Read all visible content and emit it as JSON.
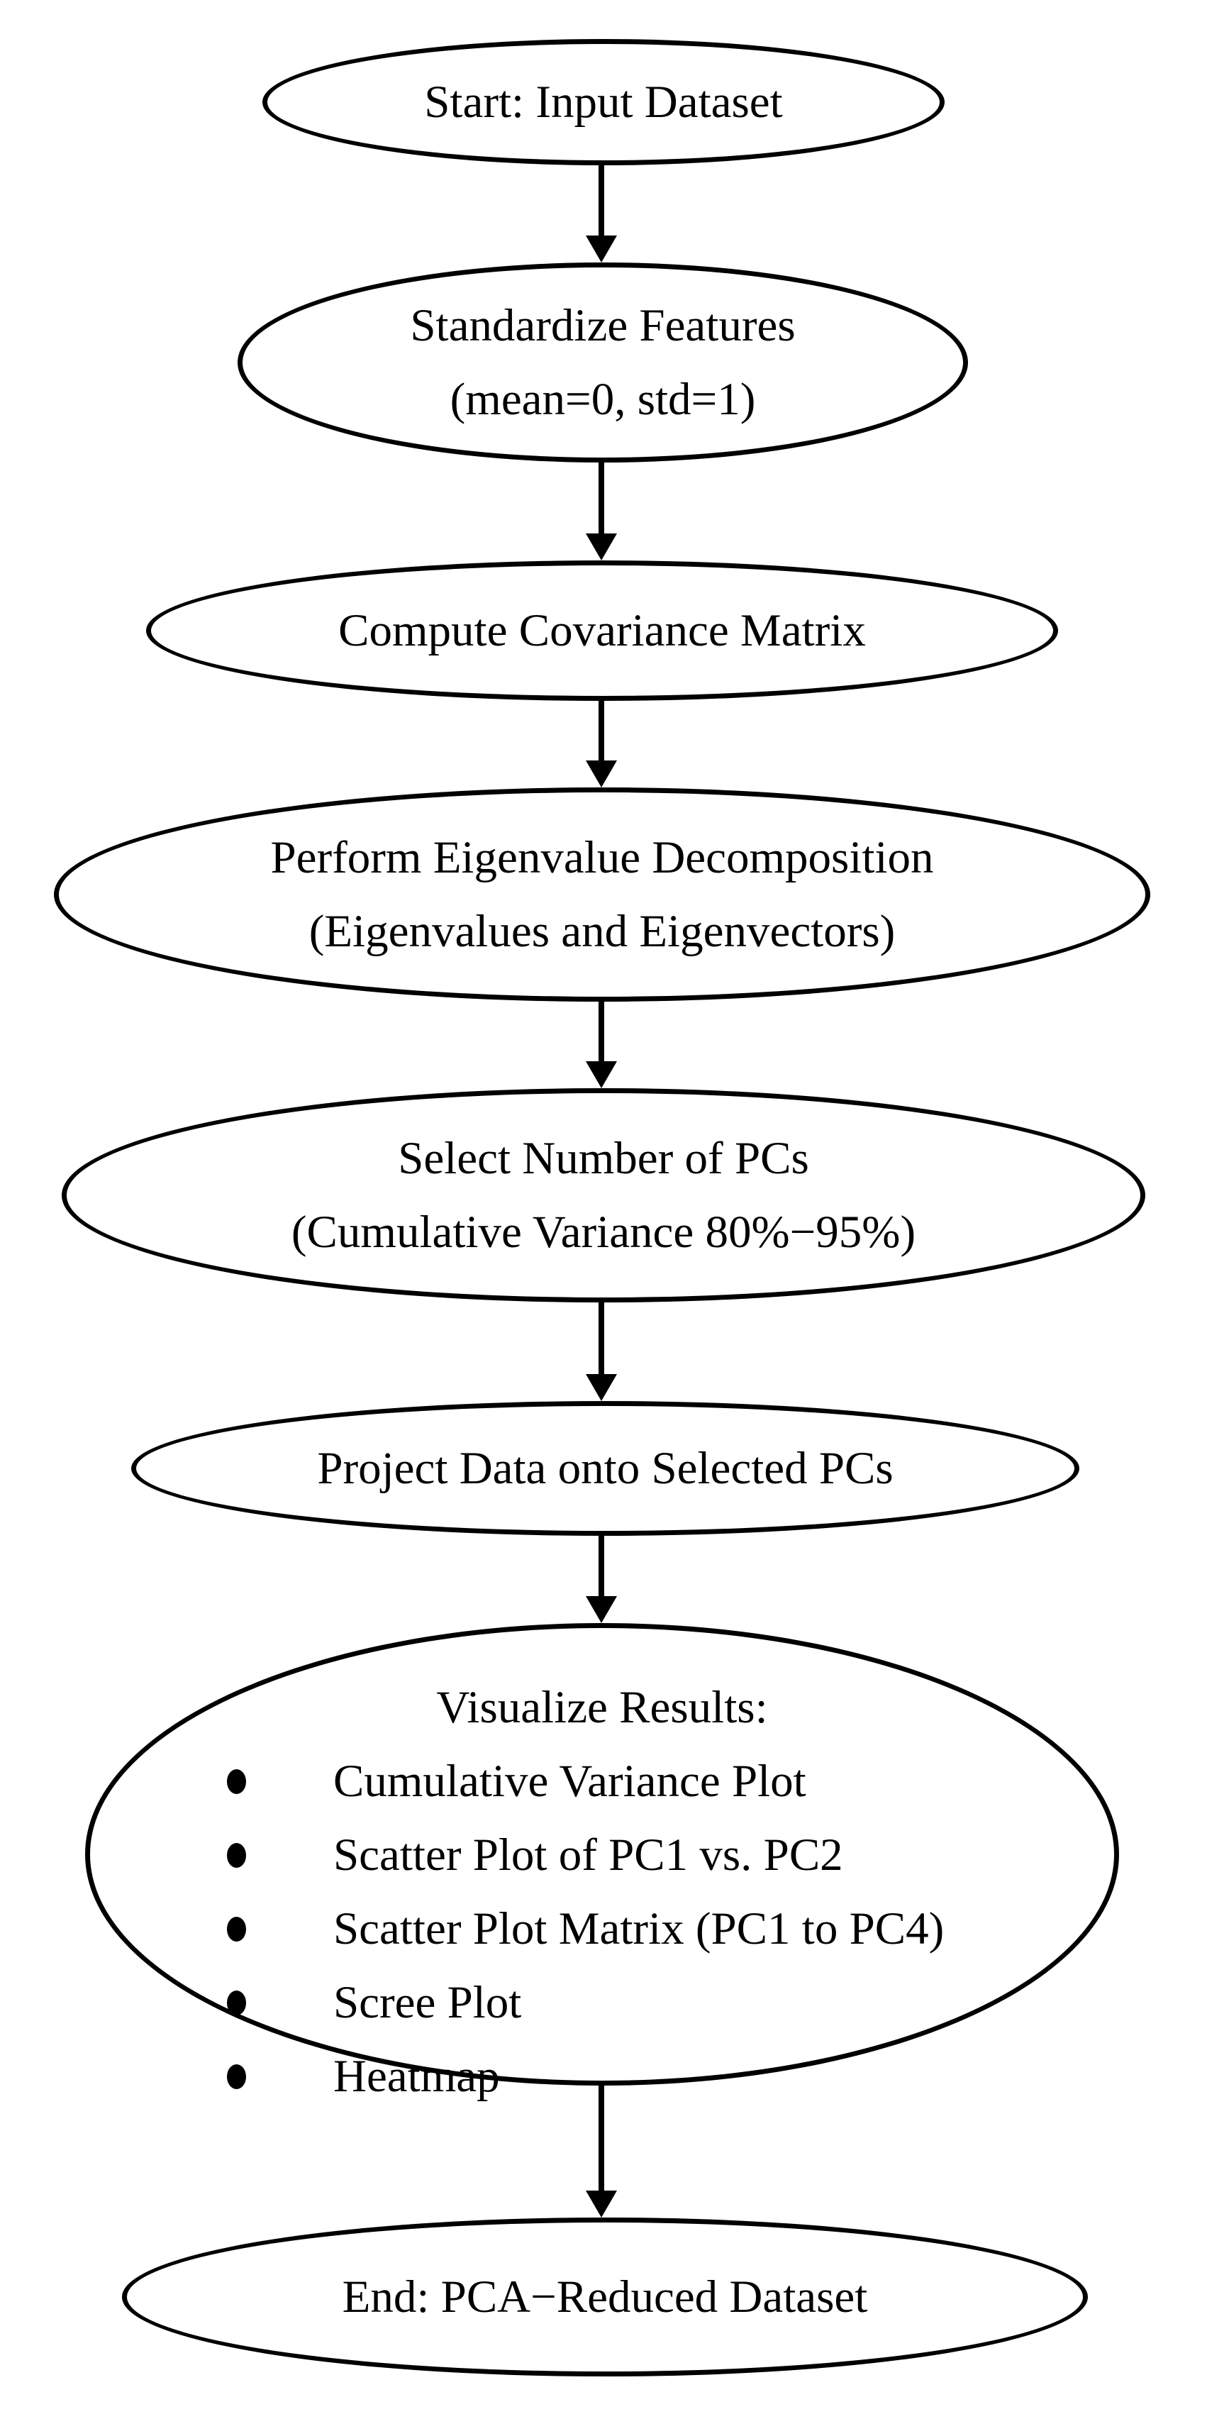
{
  "colors": {
    "stroke": "#000000",
    "text": "#000000",
    "canvas": "#ffffff"
  },
  "icons": {
    "arrow_head": "filled-down-triangle",
    "bullet": "filled-circle"
  },
  "nodes": [
    {
      "id": "start",
      "lines": [
        "Start: Input Dataset"
      ]
    },
    {
      "id": "standardize",
      "lines": [
        "Standardize Features",
        "(mean=0, std=1)"
      ]
    },
    {
      "id": "covariance",
      "lines": [
        "Compute Covariance Matrix"
      ]
    },
    {
      "id": "eigen",
      "lines": [
        "Perform Eigenvalue Decomposition",
        "(Eigenvalues and Eigenvectors)"
      ]
    },
    {
      "id": "select-pcs",
      "lines": [
        "Select Number of PCs",
        "(Cumulative Variance 80%−95%)"
      ]
    },
    {
      "id": "project",
      "lines": [
        "Project Data onto Selected PCs"
      ]
    },
    {
      "id": "visualize",
      "heading": "Visualize Results:",
      "bullets": [
        "Cumulative Variance Plot",
        "Scatter Plot of PC1 vs. PC2",
        "Scatter Plot Matrix (PC1 to PC4)",
        "Scree Plot",
        "Heatmap"
      ]
    },
    {
      "id": "end",
      "lines": [
        "End: PCA−Reduced Dataset"
      ]
    }
  ]
}
